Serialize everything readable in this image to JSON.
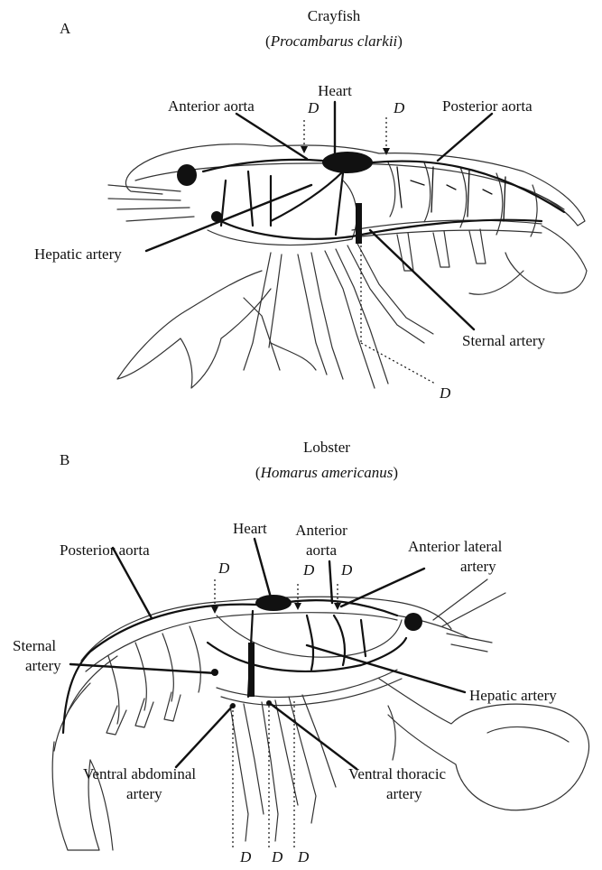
{
  "panel_a": {
    "letter": "A",
    "title": "Crayfish",
    "species": "Procambarus clarkii",
    "labels": {
      "heart": "Heart",
      "anterior_aorta": "Anterior aorta",
      "posterior_aorta": "Posterior aorta",
      "hepatic_artery": "Hepatic artery",
      "sternal_artery": "Sternal artery"
    },
    "d_marks": [
      "D",
      "D",
      "D"
    ]
  },
  "panel_b": {
    "letter": "B",
    "title": "Lobster",
    "species": "Homarus americanus",
    "labels": {
      "heart": "Heart",
      "anterior_aorta_1": "Anterior",
      "anterior_aorta_2": "aorta",
      "anterior_lateral_1": "Anterior lateral",
      "anterior_lateral_2": "artery",
      "posterior_aorta": "Posterior aorta",
      "sternal_1": "Sternal",
      "sternal_2": "artery",
      "hepatic_artery": "Hepatic artery",
      "ventral_abdominal_1": "Ventral abdominal",
      "ventral_abdominal_2": "artery",
      "ventral_thoracic_1": "Ventral thoracic",
      "ventral_thoracic_2": "artery"
    },
    "d_marks": [
      "D",
      "D",
      "D",
      "D",
      "D",
      "D"
    ]
  },
  "colors": {
    "ink": "#111111",
    "outline": "#333333",
    "fill": "#ffffff"
  }
}
